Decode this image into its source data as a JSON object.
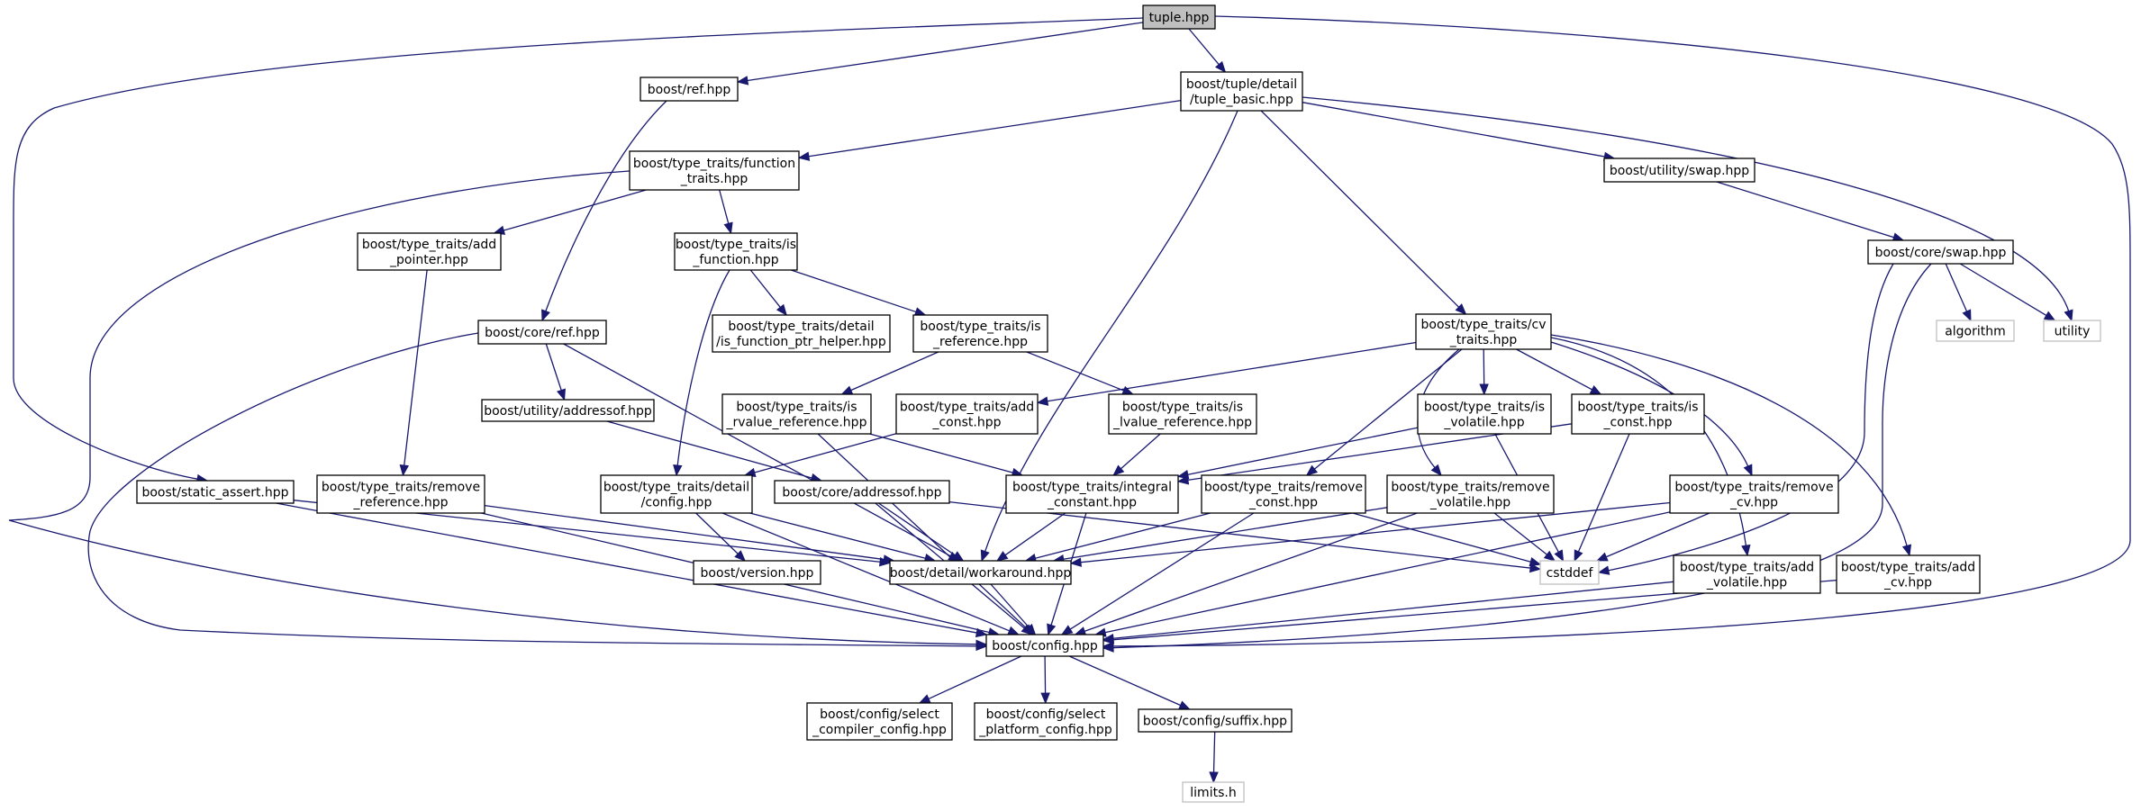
{
  "title": "tuple.hpp include dependency graph",
  "colors": {
    "edge": "#191970",
    "root_fill": "#bfbfbf",
    "node_fill": "#ffffff",
    "node_border": "#000000",
    "system_border": "#bfbfbf"
  },
  "nodes": [
    {
      "id": "tuple",
      "lines": [
        "tuple.hpp"
      ],
      "kind": "root"
    },
    {
      "id": "ref",
      "lines": [
        "boost/ref.hpp"
      ],
      "kind": "file"
    },
    {
      "id": "tuple_basic",
      "lines": [
        "boost/tuple/detail",
        "/tuple_basic.hpp"
      ],
      "kind": "file"
    },
    {
      "id": "function_traits",
      "lines": [
        "boost/type_traits/function",
        "_traits.hpp"
      ],
      "kind": "file"
    },
    {
      "id": "utility_swap",
      "lines": [
        "boost/utility/swap.hpp"
      ],
      "kind": "file"
    },
    {
      "id": "add_pointer",
      "lines": [
        "boost/type_traits/add",
        "_pointer.hpp"
      ],
      "kind": "file"
    },
    {
      "id": "is_function",
      "lines": [
        "boost/type_traits/is",
        "_function.hpp"
      ],
      "kind": "file"
    },
    {
      "id": "core_swap",
      "lines": [
        "boost/core/swap.hpp"
      ],
      "kind": "file"
    },
    {
      "id": "core_ref",
      "lines": [
        "boost/core/ref.hpp"
      ],
      "kind": "file"
    },
    {
      "id": "is_function_ptr_helper",
      "lines": [
        "boost/type_traits/detail",
        "/is_function_ptr_helper.hpp"
      ],
      "kind": "file"
    },
    {
      "id": "is_reference",
      "lines": [
        "boost/type_traits/is",
        "_reference.hpp"
      ],
      "kind": "file"
    },
    {
      "id": "cv_traits",
      "lines": [
        "boost/type_traits/cv",
        "_traits.hpp"
      ],
      "kind": "file"
    },
    {
      "id": "algorithm",
      "lines": [
        "algorithm"
      ],
      "kind": "system"
    },
    {
      "id": "utility",
      "lines": [
        "utility"
      ],
      "kind": "system"
    },
    {
      "id": "utility_addressof",
      "lines": [
        "boost/utility/addressof.hpp"
      ],
      "kind": "file"
    },
    {
      "id": "is_rvalue_reference",
      "lines": [
        "boost/type_traits/is",
        "_rvalue_reference.hpp"
      ],
      "kind": "file"
    },
    {
      "id": "add_const",
      "lines": [
        "boost/type_traits/add",
        "_const.hpp"
      ],
      "kind": "file"
    },
    {
      "id": "is_lvalue_reference",
      "lines": [
        "boost/type_traits/is",
        "_lvalue_reference.hpp"
      ],
      "kind": "file"
    },
    {
      "id": "is_volatile",
      "lines": [
        "boost/type_traits/is",
        "_volatile.hpp"
      ],
      "kind": "file"
    },
    {
      "id": "is_const",
      "lines": [
        "boost/type_traits/is",
        "_const.hpp"
      ],
      "kind": "file"
    },
    {
      "id": "static_assert",
      "lines": [
        "boost/static_assert.hpp"
      ],
      "kind": "file"
    },
    {
      "id": "remove_reference",
      "lines": [
        "boost/type_traits/remove",
        "_reference.hpp"
      ],
      "kind": "file"
    },
    {
      "id": "detail_config",
      "lines": [
        "boost/type_traits/detail",
        "/config.hpp"
      ],
      "kind": "file"
    },
    {
      "id": "core_addressof",
      "lines": [
        "boost/core/addressof.hpp"
      ],
      "kind": "file"
    },
    {
      "id": "integral_constant",
      "lines": [
        "boost/type_traits/integral",
        "_constant.hpp"
      ],
      "kind": "file"
    },
    {
      "id": "remove_const",
      "lines": [
        "boost/type_traits/remove",
        "_const.hpp"
      ],
      "kind": "file"
    },
    {
      "id": "remove_volatile",
      "lines": [
        "boost/type_traits/remove",
        "_volatile.hpp"
      ],
      "kind": "file"
    },
    {
      "id": "remove_cv",
      "lines": [
        "boost/type_traits/remove",
        "_cv.hpp"
      ],
      "kind": "file"
    },
    {
      "id": "version",
      "lines": [
        "boost/version.hpp"
      ],
      "kind": "file"
    },
    {
      "id": "workaround",
      "lines": [
        "boost/detail/workaround.hpp"
      ],
      "kind": "file"
    },
    {
      "id": "cstddef",
      "lines": [
        "cstddef"
      ],
      "kind": "system"
    },
    {
      "id": "add_volatile",
      "lines": [
        "boost/type_traits/add",
        "_volatile.hpp"
      ],
      "kind": "file"
    },
    {
      "id": "add_cv",
      "lines": [
        "boost/type_traits/add",
        "_cv.hpp"
      ],
      "kind": "file"
    },
    {
      "id": "config",
      "lines": [
        "boost/config.hpp"
      ],
      "kind": "file"
    },
    {
      "id": "select_compiler_config",
      "lines": [
        "boost/config/select",
        "_compiler_config.hpp"
      ],
      "kind": "file"
    },
    {
      "id": "select_platform_config",
      "lines": [
        "boost/config/select",
        "_platform_config.hpp"
      ],
      "kind": "file"
    },
    {
      "id": "suffix",
      "lines": [
        "boost/config/suffix.hpp"
      ],
      "kind": "file"
    },
    {
      "id": "limits_h",
      "lines": [
        "limits.h"
      ],
      "kind": "system"
    }
  ],
  "edges": [
    [
      "tuple",
      "ref"
    ],
    [
      "tuple",
      "tuple_basic"
    ],
    [
      "tuple",
      "static_assert"
    ],
    [
      "tuple",
      "config"
    ],
    [
      "ref",
      "core_ref"
    ],
    [
      "tuple_basic",
      "function_traits"
    ],
    [
      "tuple_basic",
      "utility_swap"
    ],
    [
      "tuple_basic",
      "cv_traits"
    ],
    [
      "tuple_basic",
      "workaround"
    ],
    [
      "tuple_basic",
      "utility"
    ],
    [
      "function_traits",
      "add_pointer"
    ],
    [
      "function_traits",
      "is_function"
    ],
    [
      "function_traits",
      "config"
    ],
    [
      "utility_swap",
      "core_swap"
    ],
    [
      "add_pointer",
      "remove_reference"
    ],
    [
      "is_function",
      "is_function_ptr_helper"
    ],
    [
      "is_function",
      "is_reference"
    ],
    [
      "is_function",
      "detail_config"
    ],
    [
      "core_swap",
      "algorithm"
    ],
    [
      "core_swap",
      "utility"
    ],
    [
      "core_swap",
      "cstddef"
    ],
    [
      "core_swap",
      "config"
    ],
    [
      "core_ref",
      "utility_addressof"
    ],
    [
      "core_ref",
      "config"
    ],
    [
      "core_ref",
      "workaround"
    ],
    [
      "is_reference",
      "is_rvalue_reference"
    ],
    [
      "is_reference",
      "is_lvalue_reference"
    ],
    [
      "cv_traits",
      "add_const"
    ],
    [
      "cv_traits",
      "is_volatile"
    ],
    [
      "cv_traits",
      "is_const"
    ],
    [
      "cv_traits",
      "remove_const"
    ],
    [
      "cv_traits",
      "remove_volatile"
    ],
    [
      "cv_traits",
      "remove_cv"
    ],
    [
      "cv_traits",
      "add_volatile"
    ],
    [
      "cv_traits",
      "add_cv"
    ],
    [
      "utility_addressof",
      "core_addressof"
    ],
    [
      "is_rvalue_reference",
      "integral_constant"
    ],
    [
      "is_rvalue_reference",
      "config"
    ],
    [
      "add_const",
      "detail_config"
    ],
    [
      "is_lvalue_reference",
      "integral_constant"
    ],
    [
      "is_volatile",
      "integral_constant"
    ],
    [
      "is_volatile",
      "cstddef"
    ],
    [
      "is_const",
      "integral_constant"
    ],
    [
      "is_const",
      "cstddef"
    ],
    [
      "static_assert",
      "workaround"
    ],
    [
      "static_assert",
      "config"
    ],
    [
      "remove_reference",
      "workaround"
    ],
    [
      "remove_reference",
      "config"
    ],
    [
      "detail_config",
      "version"
    ],
    [
      "detail_config",
      "workaround"
    ],
    [
      "detail_config",
      "config"
    ],
    [
      "core_addressof",
      "workaround"
    ],
    [
      "core_addressof",
      "config"
    ],
    [
      "core_addressof",
      "cstddef"
    ],
    [
      "integral_constant",
      "workaround"
    ],
    [
      "integral_constant",
      "config"
    ],
    [
      "remove_const",
      "workaround"
    ],
    [
      "remove_const",
      "config"
    ],
    [
      "remove_const",
      "cstddef"
    ],
    [
      "remove_volatile",
      "workaround"
    ],
    [
      "remove_volatile",
      "config"
    ],
    [
      "remove_volatile",
      "cstddef"
    ],
    [
      "remove_cv",
      "workaround"
    ],
    [
      "remove_cv",
      "config"
    ],
    [
      "remove_cv",
      "cstddef"
    ],
    [
      "workaround",
      "config"
    ],
    [
      "add_volatile",
      "config"
    ],
    [
      "add_cv",
      "config"
    ],
    [
      "config",
      "select_compiler_config"
    ],
    [
      "config",
      "select_platform_config"
    ],
    [
      "config",
      "suffix"
    ],
    [
      "suffix",
      "limits_h"
    ]
  ]
}
